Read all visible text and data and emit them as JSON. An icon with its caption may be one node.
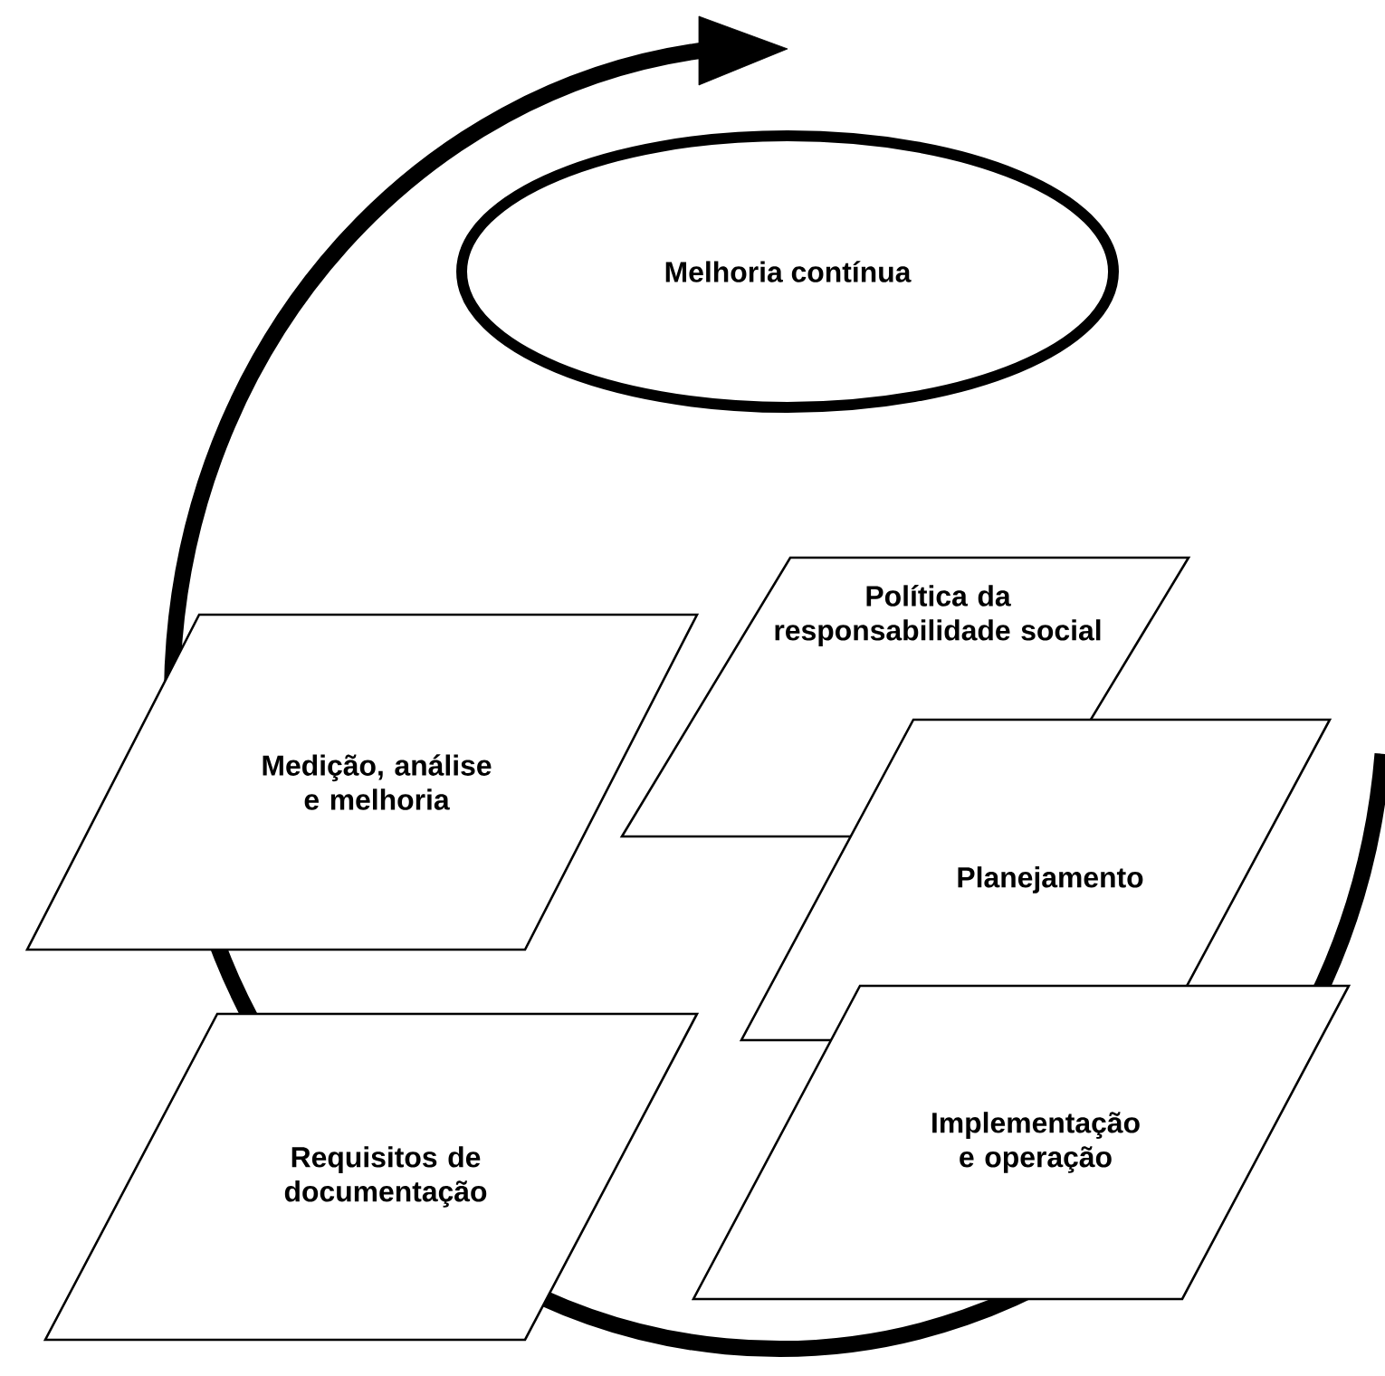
{
  "diagram": {
    "nodes": [
      {
        "text": [
          "Melhoria contínua"
        ]
      },
      {
        "text": [
          "Política da responsabilidade social"
        ]
      },
      {
        "text": [
          "Medição, análise e melhoria"
        ]
      },
      {
        "text": [
          "Planejamento"
        ]
      },
      {
        "text": [
          "Requisitos de documentação"
        ]
      },
      {
        "text": [
          "Implementação e operação"
        ]
      }
    ],
    "edges": []
  }
}
